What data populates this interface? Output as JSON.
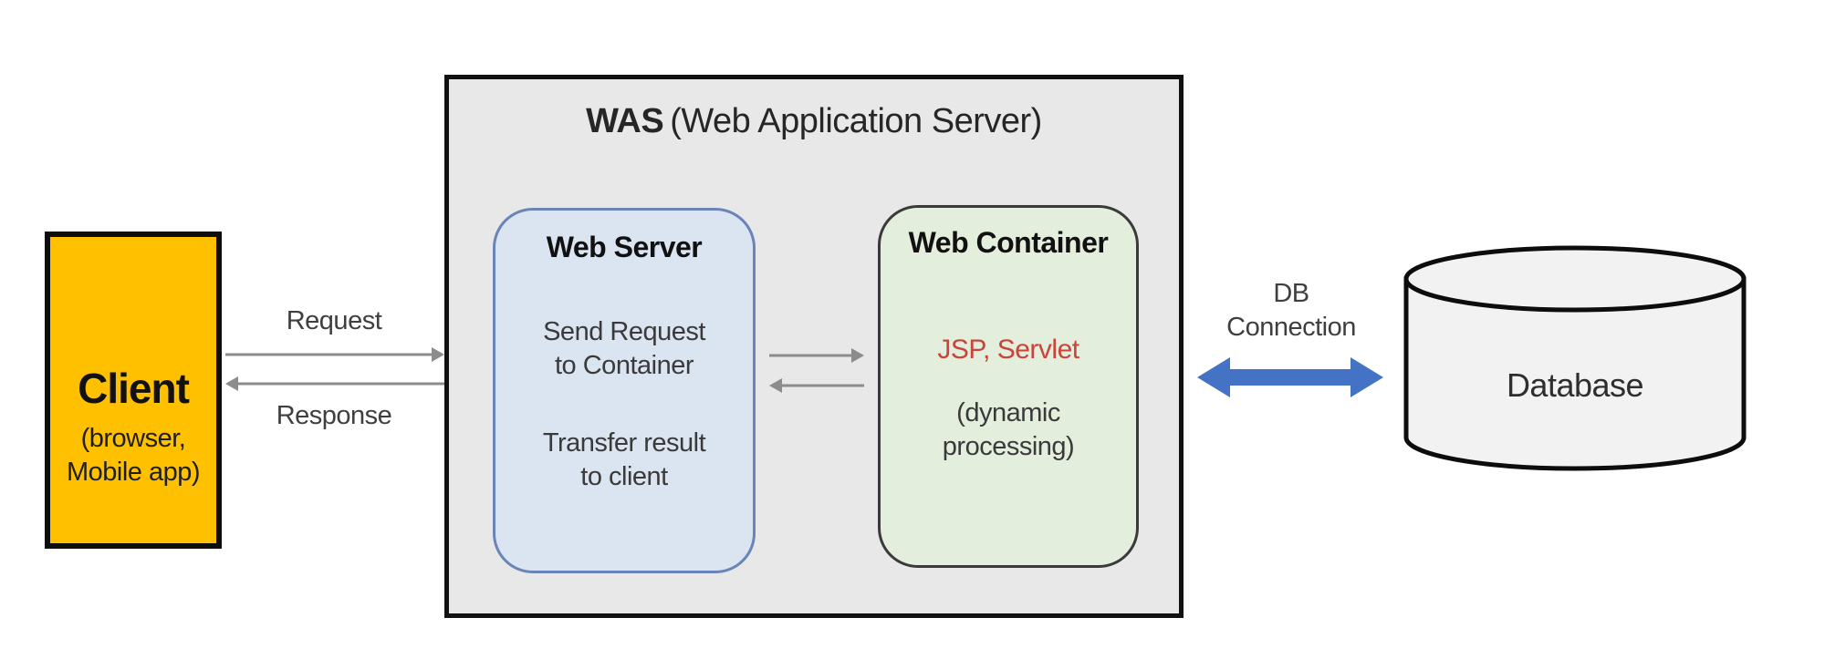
{
  "client": {
    "title": "Client",
    "subtitle_lines": [
      "(browser,",
      "Mobile app)"
    ],
    "fill_color": "#FFC000"
  },
  "flow_arrows": {
    "request_label": "Request",
    "response_label": "Response",
    "arrow_color": "#8C8C8C"
  },
  "was": {
    "title_abbr": "WAS",
    "title_rest": "(Web Application Server)",
    "fill_color": "#E8E8E8"
  },
  "web_server": {
    "title": "Web Server",
    "body1_lines": [
      "Send Request",
      "to Container"
    ],
    "body2_lines": [
      "Transfer result",
      "to client"
    ],
    "fill_color": "#DBE4F1",
    "border_color": "#6B84B8"
  },
  "web_container": {
    "title": "Web Container",
    "tech_label": "JSP, Servlet",
    "tech_color": "#C9453C",
    "note_lines": [
      "(dynamic",
      "processing)"
    ],
    "fill_color": "#E3EEDD"
  },
  "db_connection": {
    "label_lines": [
      "DB",
      "Connection"
    ],
    "arrow_color": "#4472C4"
  },
  "database": {
    "title": "Database",
    "fill_color": "#F2F2F2"
  }
}
